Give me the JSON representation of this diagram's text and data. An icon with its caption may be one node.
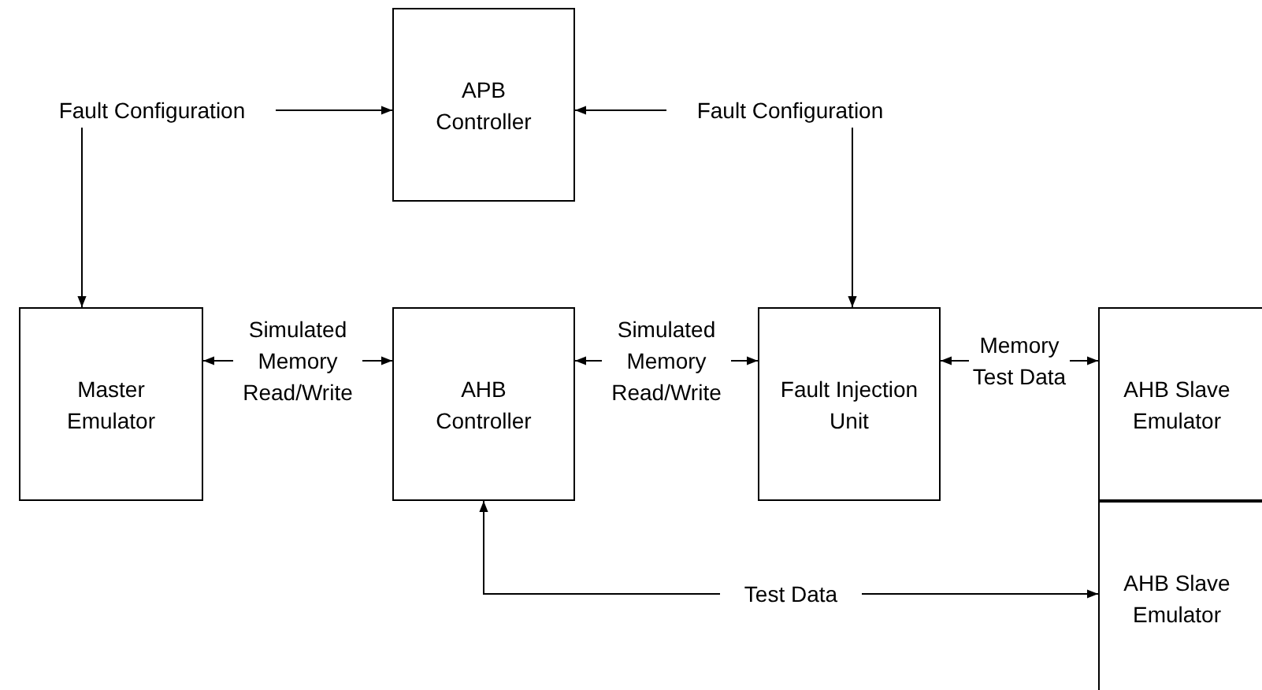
{
  "diagram": {
    "nodes": [
      {
        "text": [
          "APB Controller"
        ]
      },
      {
        "text": [
          "Fault Configuration"
        ]
      },
      {
        "text": [
          "Fault Configuration"
        ]
      },
      {
        "text": [
          "Master Emulator"
        ]
      },
      {
        "text": [
          "AHB Controller"
        ]
      },
      {
        "text": [
          "Fault Injection Unit"
        ]
      },
      {
        "text": [
          "AHB Slave Emulator"
        ]
      },
      {
        "text": [
          "AHB Slave Emulator"
        ]
      }
    ],
    "edges": [
      {
        "from": 1,
        "to": 0,
        "arrow": "to"
      },
      {
        "from": 2,
        "to": 0,
        "arrow": "to"
      },
      {
        "from": 1,
        "to": 3,
        "arrow": "to"
      },
      {
        "from": 2,
        "to": 5,
        "arrow": "to"
      },
      {
        "from": 3,
        "to": 4,
        "arrow": "both",
        "label": "Simulated Memory Read/Write"
      },
      {
        "from": 4,
        "to": 5,
        "arrow": "both",
        "label": "Simulated Memory Read/Write"
      },
      {
        "from": 5,
        "to": 6,
        "arrow": "both",
        "label": "Memory Test Data"
      },
      {
        "from": 4,
        "to": 7,
        "arrow": "both",
        "label": "Test Data"
      }
    ]
  }
}
